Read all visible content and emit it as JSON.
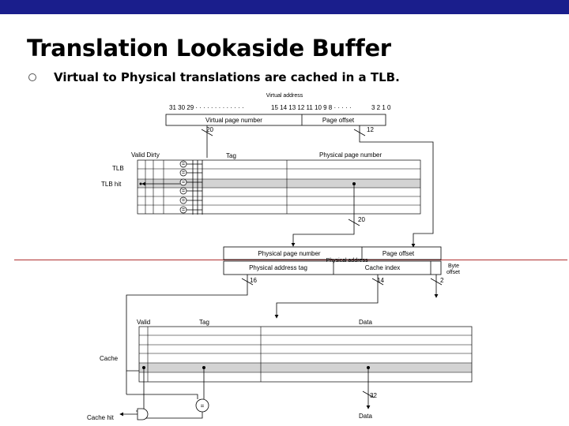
{
  "slide": {
    "title": "Translation Lookaside Buffer",
    "bullet": "Virtual to Physical translations are cached in a TLB."
  },
  "diagram": {
    "va_heading": "Virtual address",
    "va_bits_high": "31 30 29 · · · · · · · · · · · · ·",
    "va_bits_mid": "15 14 13 12 11 10 9 8 · · · · ·",
    "va_bits_low": "3 2 1 0",
    "virtual_page_number": "Virtual page number",
    "page_offset_va": "Page offset",
    "width_20a": "20",
    "width_12": "12",
    "valid_dirty": "Valid Dirty",
    "tag": "Tag",
    "physical_page_number_tlb": "Physical page number",
    "tlb_label": "TLB",
    "tlb_hit": "TLB hit",
    "eq": "=",
    "width_20b": "20",
    "physical_page_number_pa": "Physical page number",
    "page_offset_pa": "Page offset",
    "physical_address_label": "Physical address",
    "physical_address_tag": "Physical address tag",
    "cache_index": "Cache index",
    "byte_offset_line1": "Byte",
    "byte_offset_line2": "offset",
    "width_16": "16",
    "width_14": "14",
    "width_2": "2",
    "cache_valid": "Valid",
    "cache_tag": "Tag",
    "cache_data": "Data",
    "cache_label": "Cache",
    "width_32": "32",
    "cache_hit": "Cache hit",
    "data_out": "Data"
  }
}
